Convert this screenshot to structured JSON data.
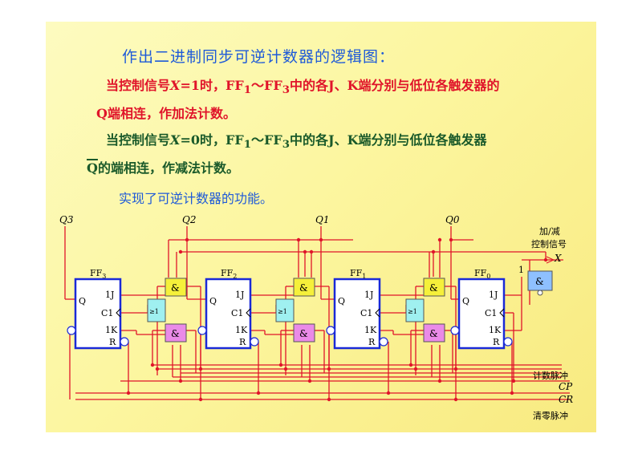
{
  "title": "作出二进制同步可逆计数器的逻辑图：",
  "para1": {
    "line1_a": "当控制信号",
    "line1_var": "X",
    "line1_b": "=1时，FF",
    "sub1": "1",
    "line1_c": "～FF",
    "sub3": "3",
    "line1_d": "中的各J、K端分别与低位各触发器的",
    "line2": "Q端相连，作加法计数。"
  },
  "para2": {
    "line1_a": "当控制信号",
    "line1_var": "X",
    "line1_b": "=0时，FF",
    "sub1": "1",
    "line1_c": "～FF",
    "sub3": "3",
    "line1_d": "中的各J、K端分别与低位各触发器",
    "qbar": "Q",
    "line2": "的端相连，作减法计数。"
  },
  "para3": "实现了可逆计数器的功能。",
  "circuit": {
    "outputs": [
      "Q3",
      "Q2",
      "Q1",
      "Q0"
    ],
    "flipflops": [
      {
        "name": "FF",
        "sub": "3"
      },
      {
        "name": "FF",
        "sub": "2"
      },
      {
        "name": "FF",
        "sub": "1"
      },
      {
        "name": "FF",
        "sub": "0"
      }
    ],
    "pin_q": "Q",
    "pin_j": "1J",
    "pin_c": "C1",
    "pin_k": "1K",
    "pin_r": "R",
    "and_symbol": "&",
    "or_symbol": "≥1",
    "const_one": "1",
    "control_label_1": "加/减",
    "control_label_2": "控制信号",
    "control_var": "X",
    "clock_label": "计数脉冲",
    "cp": "CP",
    "cr": "CR",
    "clear_label": "清零脉冲"
  },
  "colors": {
    "wire": "#e0142a",
    "ff_border": "#1a2ad8",
    "and_top": "#f5f03a",
    "and_bottom": "#ea8ae8",
    "or_gate": "#9ff0f0",
    "gate_x": "#8ec0ff"
  }
}
